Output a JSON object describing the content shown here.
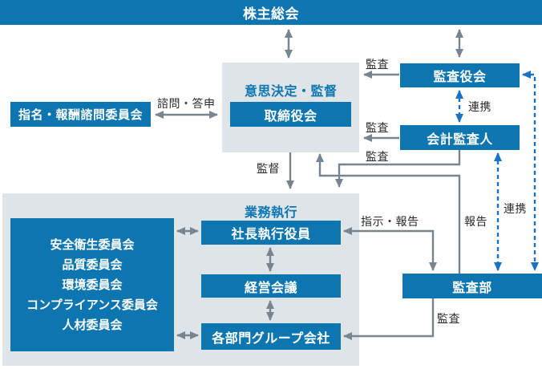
{
  "palette": {
    "box_blue": "#0d76b0",
    "panel_gray": "#dfe4e9",
    "arrow_gray": "#78858f",
    "dashed_blue": "#1a72c4",
    "label_text": "#2b2b2b"
  },
  "nodes": {
    "shareholders": "株主総会",
    "advisory_committee": "指名・報酬諮問委員会",
    "decision_section_title": "意思決定・監督",
    "board_of_directors": "取締役会",
    "audit_board": "監査役会",
    "accounting_auditor": "会計監査人",
    "execution_section_title": "業務執行",
    "committees": [
      "安全衛生委員会",
      "品質委員会",
      "環境委員会",
      "コンプライアンス委員会",
      "人材委員会"
    ],
    "president": "社長執行役員",
    "management_council": "経営会議",
    "group_companies": "各部門グループ会社",
    "audit_dept": "監査部"
  },
  "labels": {
    "consult_report": "諮問・答申",
    "audit_by_audit_board": "監査",
    "audit_by_auditor": "監査",
    "audit_of_execution": "監査",
    "renkei_top": "連携",
    "supervision": "監督",
    "instruct_report": "指示・報告",
    "report": "報告",
    "renkei_right": "連携",
    "audit_by_audit_dept": "監査"
  }
}
